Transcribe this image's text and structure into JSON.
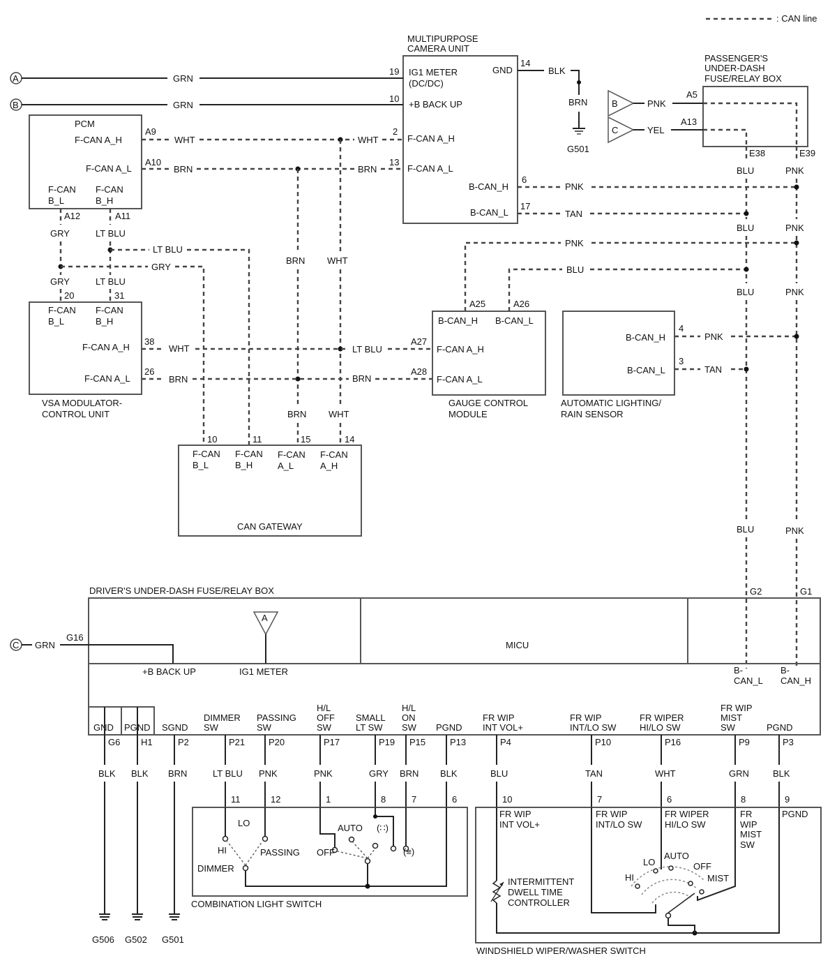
{
  "legend": {
    "label": ": CAN line"
  },
  "connectors": {
    "a": "A",
    "b": "B",
    "c": "C"
  },
  "camera": {
    "title1": "MULTIPURPOSE",
    "title2": "CAMERA UNIT",
    "pins": {
      "p19": "19",
      "p10": "10",
      "p2": "2",
      "p13": "13",
      "p14": "14",
      "p6": "6",
      "p17": "17"
    },
    "labels": {
      "ig1_1": "IG1 METER",
      "ig1_2": "(DC/DC)",
      "backup": "+B BACK UP",
      "fcanah": "F-CAN A_H",
      "fcanal": "F-CAN A_L",
      "gnd": "GND",
      "bcanh": "B-CAN_H",
      "bcanl": "B-CAN_L"
    }
  },
  "pcm": {
    "title": "PCM",
    "labels": {
      "fcanah": "F-CAN A_H",
      "fcanal": "F-CAN A_L",
      "fcanbl1": "F-CAN",
      "fcanbl2": "B_L",
      "fcanbh1": "F-CAN",
      "fcanbh2": "B_H"
    },
    "pins": {
      "a9": "A9",
      "a10": "A10",
      "a12": "A12",
      "a11": "A11"
    }
  },
  "vsa": {
    "title1": "VSA MODULATOR-",
    "title2": "CONTROL UNIT",
    "labels": {
      "fcanbl1": "F-CAN",
      "fcanbl2": "B_L",
      "fcanbh1": "F-CAN",
      "fcanbh2": "B_H",
      "fcanah": "F-CAN A_H",
      "fcanal": "F-CAN A_L"
    },
    "pins": {
      "p20": "20",
      "p31": "31",
      "p38": "38",
      "p26": "26"
    }
  },
  "gateway": {
    "title": "CAN GATEWAY",
    "pins": {
      "p10": "10",
      "p11": "11",
      "p15": "15",
      "p14": "14"
    },
    "labels": {
      "c1a": "F-CAN",
      "c1b": "B_L",
      "c2a": "F-CAN",
      "c2b": "B_H",
      "c3a": "F-CAN",
      "c3b": "A_L",
      "c4a": "F-CAN",
      "c4b": "A_H"
    }
  },
  "gauge": {
    "title1": "GAUGE CONTROL",
    "title2": "MODULE",
    "labels": {
      "bcanh": "B-CAN_H",
      "bcanl": "B-CAN_L",
      "fcanah": "F-CAN A_H",
      "fcanal": "F-CAN A_L"
    },
    "pins": {
      "a25": "A25",
      "a26": "A26",
      "a27": "A27",
      "a28": "A28"
    }
  },
  "sensor": {
    "title1": "AUTOMATIC LIGHTING/",
    "title2": "RAIN SENSOR",
    "labels": {
      "bcanh": "B-CAN_H",
      "bcanl": "B-CAN_L"
    },
    "pins": {
      "p4": "4",
      "p3": "3"
    }
  },
  "passbox": {
    "title1": "PASSENGER'S",
    "title2": "UNDER-DASH",
    "title3": "FUSE/RELAY BOX",
    "pins": {
      "a5": "A5",
      "a13": "A13",
      "e38": "E38",
      "e39": "E39"
    }
  },
  "driverbox": {
    "title": "DRIVER'S UNDER-DASH FUSE/RELAY BOX",
    "micu": "MICU",
    "backup": "+B BACK UP",
    "ig1": "IG1 METER",
    "g16": "G16",
    "g2": "G2",
    "g1": "G1",
    "bcanl1": "B-",
    "bcanl2": "CAN_L",
    "bcanh1": "B-",
    "bcanh2": "CAN_H",
    "terms": [
      {
        "name": [
          "GND"
        ],
        "pin": "G6",
        "wire": "BLK",
        "ground": "G506"
      },
      {
        "name": [
          "PGND"
        ],
        "pin": "H1",
        "wire": "BLK",
        "ground": "G502"
      },
      {
        "name": [
          "SGND"
        ],
        "pin": "P2",
        "wire": "BRN",
        "ground": "G501"
      },
      {
        "name": [
          "DIMMER",
          "SW"
        ],
        "pin": "P21",
        "wire": "LT BLU",
        "cpin": "11"
      },
      {
        "name": [
          "PASSING",
          "SW"
        ],
        "pin": "P20",
        "wire": "PNK",
        "cpin": "12"
      },
      {
        "name": [
          "H/L",
          "OFF",
          "SW"
        ],
        "pin": "P17",
        "wire": "PNK",
        "cpin": "1"
      },
      {
        "name": [
          "SMALL",
          "LT SW"
        ],
        "pin": "P19",
        "wire": "GRY",
        "cpin": "8"
      },
      {
        "name": [
          "H/L",
          "ON",
          "SW"
        ],
        "pin": "P15",
        "wire": "BRN",
        "cpin": "7"
      },
      {
        "name": [
          "PGND"
        ],
        "pin": "P13",
        "wire": "BLK",
        "cpin": "6"
      },
      {
        "name": [
          "FR WIP",
          "INT VOL+"
        ],
        "pin": "P4",
        "wire": "BLU",
        "cpin": "10"
      },
      {
        "name": [
          "FR WIP",
          "INT/LO SW"
        ],
        "pin": "P10",
        "wire": "TAN",
        "cpin": "7"
      },
      {
        "name": [
          "FR WIPER",
          "HI/LO SW"
        ],
        "pin": "P16",
        "wire": "WHT",
        "cpin": "6"
      },
      {
        "name": [
          "FR WIP",
          "MIST",
          "SW"
        ],
        "pin": "P9",
        "wire": "GRN",
        "cpin": "8"
      },
      {
        "name": [
          "PGND"
        ],
        "pin": "P3",
        "wire": "BLK",
        "cpin": "9"
      }
    ]
  },
  "ground_g501": "G501",
  "combo": {
    "title": "COMBINATION LIGHT SWITCH",
    "lo": "LO",
    "hi": "HI",
    "passing": "PASSING",
    "dimmer": "DIMMER",
    "auto": "AUTO",
    "off": "OFF",
    "small": "(∷)",
    "on": "(≡)"
  },
  "wiper": {
    "title": "WINDSHIELD WIPER/WASHER SWITCH",
    "l1a": "FR WIP",
    "l1b": "INT VOL+",
    "l2a": "FR WIP",
    "l2b": "INT/LO SW",
    "l3a": "FR WIPER",
    "l3b": "HI/LO SW",
    "l4a": "FR",
    "l4b": "WIP",
    "l4c": "MIST",
    "l4d": "SW",
    "l5": "PGND",
    "ctrl1": "INTERMITTENT",
    "ctrl2": "DWELL TIME",
    "ctrl3": "CONTROLLER",
    "hi": "HI",
    "lo": "LO",
    "auto": "AUTO",
    "off": "OFF",
    "mist": "MIST"
  },
  "wires": {
    "grn": "GRN",
    "wht": "WHT",
    "brn": "BRN",
    "blk": "BLK",
    "pnk": "PNK",
    "tan": "TAN",
    "blu": "BLU",
    "yel": "YEL",
    "gry": "GRY",
    "ltblu": "LT BLU"
  }
}
